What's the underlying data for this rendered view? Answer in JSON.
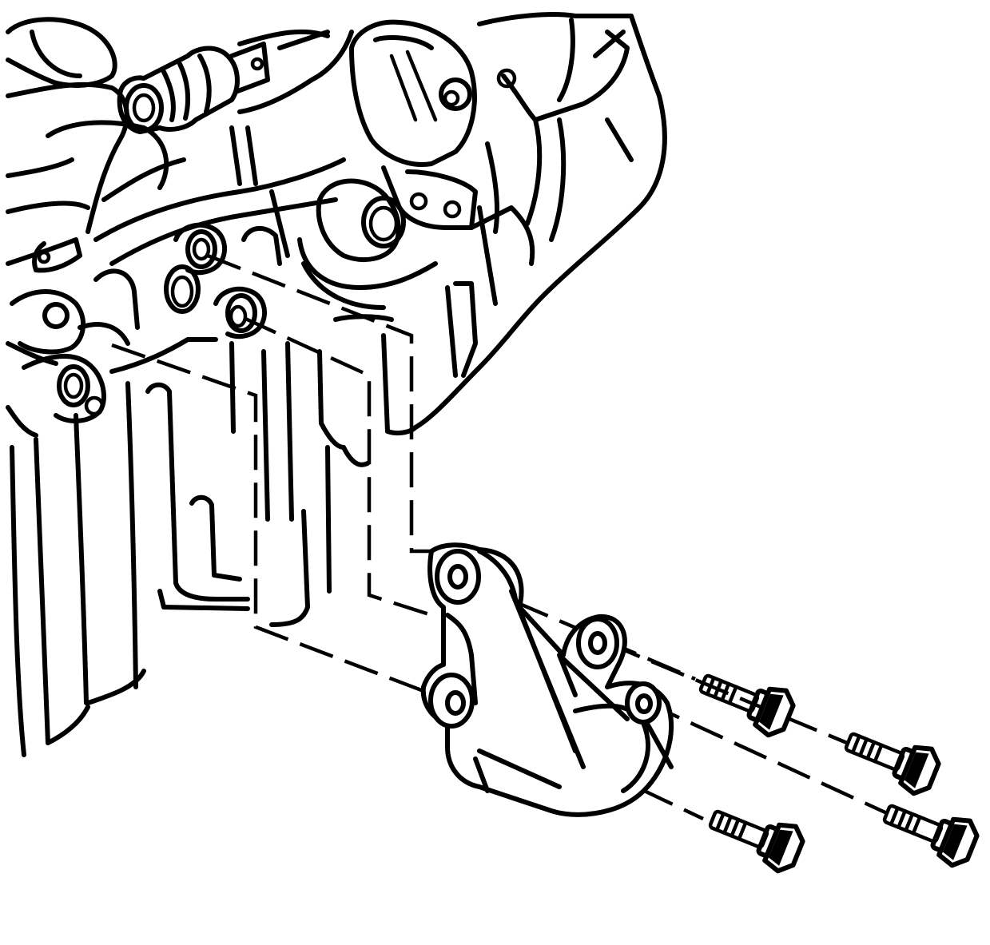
{
  "diagram": {
    "kind": "exploded-view line drawing",
    "line_color": "#000000",
    "background": "#ffffff",
    "parts": [
      {
        "id": "engine-block",
        "icon": "engine-block-icon"
      },
      {
        "id": "accessory-mounting-bracket",
        "icon": "bracket-icon"
      },
      {
        "id": "bolt",
        "icon": "bolt-icon",
        "quantity": 4
      }
    ],
    "alignment_lines": "dashed"
  }
}
